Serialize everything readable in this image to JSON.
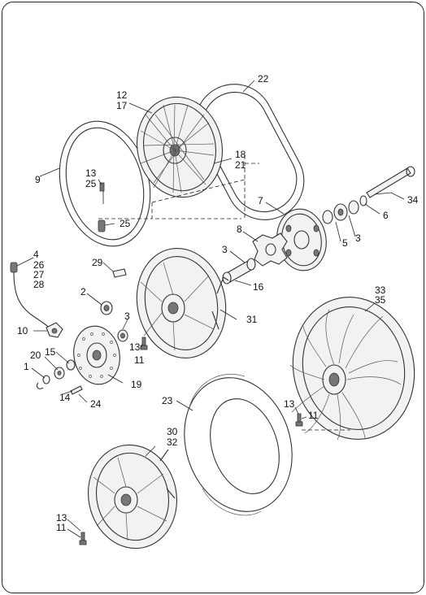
{
  "diagram": {
    "labels": {
      "c22": "22",
      "c12": "12",
      "c17": "17",
      "c9": "9",
      "c13a": "13",
      "c25a": "25",
      "c25b": "25",
      "c18": "18",
      "c21": "21",
      "c34": "34",
      "c7": "7",
      "c6": "6",
      "c8": "8",
      "c5": "5",
      "c3a": "3",
      "c3b": "3",
      "c16": "16",
      "c4": "4",
      "c26": "26",
      "c27": "27",
      "c28": "28",
      "c29": "29",
      "c2": "2",
      "c3c": "3",
      "c31": "31",
      "c33": "33",
      "c35": "35",
      "c10": "10",
      "c13b": "13",
      "c11a": "11",
      "c15": "15",
      "c20": "20",
      "c1": "1",
      "c19": "19",
      "c14": "14",
      "c24": "24",
      "c23": "23",
      "c13c": "13",
      "c11b": "11",
      "c30": "30",
      "c32": "32",
      "c13d": "13",
      "c11c": "11"
    }
  }
}
